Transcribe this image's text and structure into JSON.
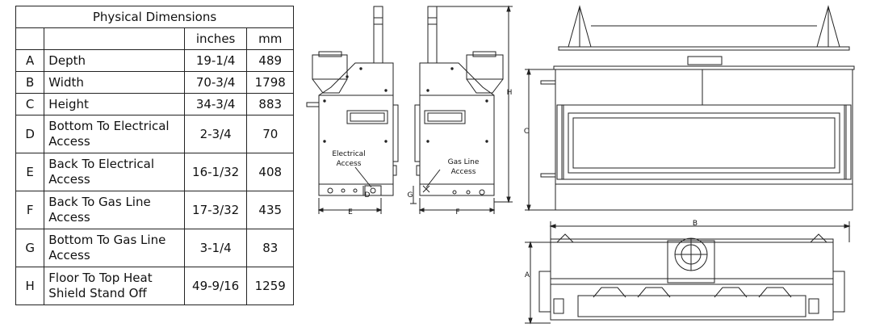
{
  "table": {
    "title": "Physical Dimensions",
    "col_inches": "inches",
    "col_mm": "mm",
    "rows": [
      {
        "key": "A",
        "desc": "Depth",
        "inches": "19-1/4",
        "mm": "489"
      },
      {
        "key": "B",
        "desc": "Width",
        "inches": "70-3/4",
        "mm": "1798"
      },
      {
        "key": "C",
        "desc": "Height",
        "inches": "34-3/4",
        "mm": "883"
      },
      {
        "key": "D",
        "desc": "Bottom To Electrical Access",
        "inches": "2-3/4",
        "mm": "70"
      },
      {
        "key": "E",
        "desc": "Back To Electrical Access",
        "inches": "16-1/32",
        "mm": "408"
      },
      {
        "key": "F",
        "desc": "Back To Gas Line Access",
        "inches": "17-3/32",
        "mm": "435"
      },
      {
        "key": "G",
        "desc": "Bottom To Gas Line Access",
        "inches": "3-1/4",
        "mm": "83"
      },
      {
        "key": "H",
        "desc": "Floor To Top Heat Shield Stand Off",
        "inches": "49-9/16",
        "mm": "1259"
      }
    ]
  },
  "labels": {
    "electrical_access_1": "Electrical",
    "electrical_access_2": "Access",
    "gas_line_access_1": "Gas Line",
    "gas_line_access_2": "Access",
    "dim_a": "A",
    "dim_b": "B",
    "dim_c": "C",
    "dim_d": "D",
    "dim_e": "E",
    "dim_f": "F",
    "dim_g": "G",
    "dim_h": "H"
  }
}
